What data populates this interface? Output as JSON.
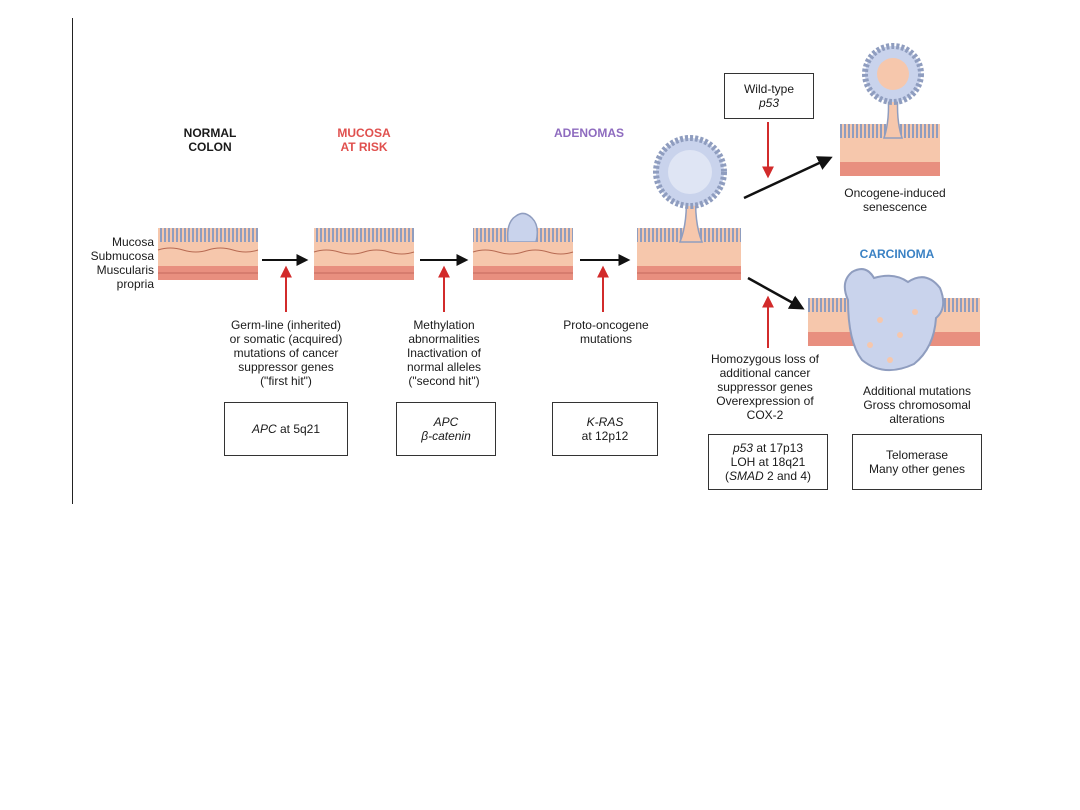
{
  "stages": {
    "normal": {
      "line1": "NORMAL",
      "line2": "COLON",
      "color": "#1a1a1a"
    },
    "risk": {
      "line1": "MUCOSA",
      "line2": "AT RISK",
      "color": "#e0504e"
    },
    "adenomas": {
      "line1": "ADENOMAS",
      "color": "#8e6bbf"
    },
    "carcinoma": {
      "line1": "CARCINOMA",
      "color": "#3b82c4"
    }
  },
  "layers": [
    "Mucosa",
    "Submucosa",
    "Muscularis",
    "propria"
  ],
  "steps": {
    "step1": [
      "Germ-line (inherited)",
      "or somatic (acquired)",
      "mutations of cancer",
      "suppressor genes",
      "(\"first hit\")"
    ],
    "step2": [
      "Methylation",
      "abnormalities",
      "Inactivation of",
      "normal alleles",
      "(\"second hit\")"
    ],
    "step3": [
      "Proto-oncogene",
      "mutations"
    ],
    "step4": [
      "Homozygous loss of",
      "additional cancer",
      "suppressor genes",
      "Overexpression of",
      "COX-2"
    ],
    "step5": [
      "Additional mutations",
      "Gross chromosomal",
      "alterations"
    ]
  },
  "senescence": [
    "Oncogene-induced",
    "senescence"
  ],
  "boxes": {
    "b1": {
      "gene": "APC",
      "rest": " at 5q21"
    },
    "b2": {
      "line1": "APC",
      "line2": "β-catenin"
    },
    "b3": {
      "line1": "K-RAS",
      "line2": "at 12p12"
    },
    "b4": {
      "l1_gene": "p53",
      "l1_rest": " at 17p13",
      "line2": "LOH at 18q21",
      "l3_pre": "(",
      "l3_gene": "SMAD",
      "l3_rest": " 2 and 4)"
    },
    "b5": {
      "line1": "Telomerase",
      "line2": "Many other genes"
    },
    "wildtype": {
      "line1": "Wild-type",
      "line2": "p53"
    }
  },
  "colors": {
    "tissue": "#f6c7ac",
    "mucosa_stripe": "#e6a88d",
    "muscle": "#e88f7f",
    "epithelium": "#9aa6c4",
    "polyp_fill": "#c9d3ec",
    "red_arrow": "#d22b2b"
  }
}
